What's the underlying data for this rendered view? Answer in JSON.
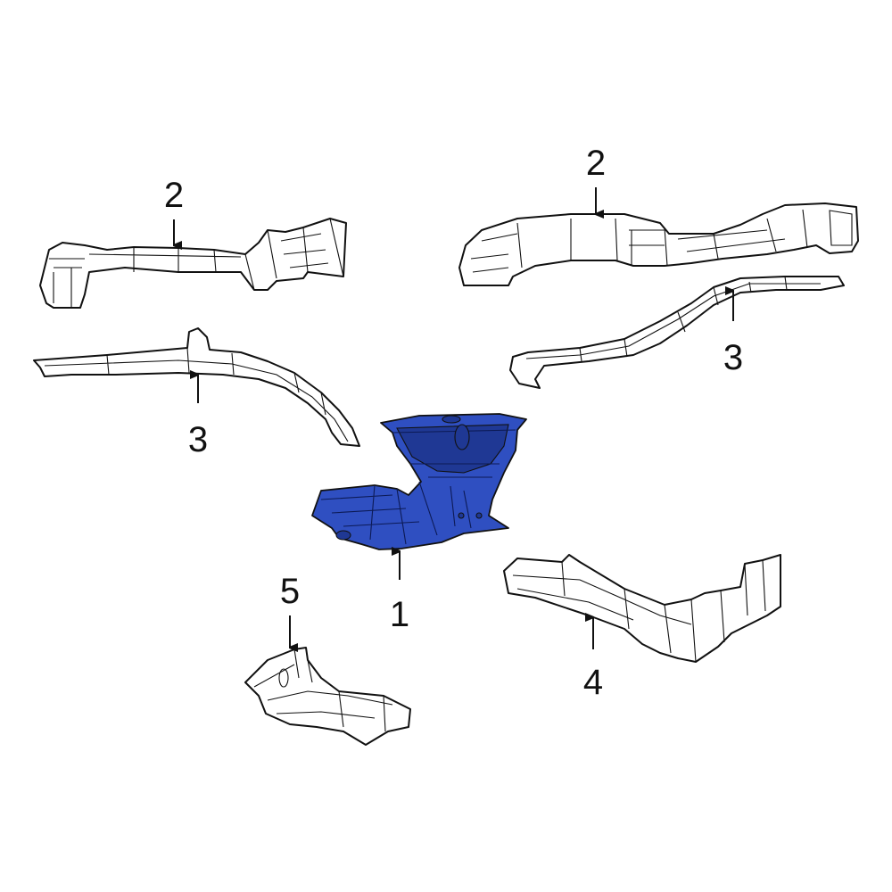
{
  "colors": {
    "highlight": "#2f4fc1",
    "outline": "#111111",
    "background": "#ffffff"
  },
  "callouts": {
    "part_1": "1",
    "part_2_left": "2",
    "part_2_right": "2",
    "part_3_left": "3",
    "part_3_right": "3",
    "part_4": "4",
    "part_5": "5"
  },
  "highlighted_part": "1"
}
